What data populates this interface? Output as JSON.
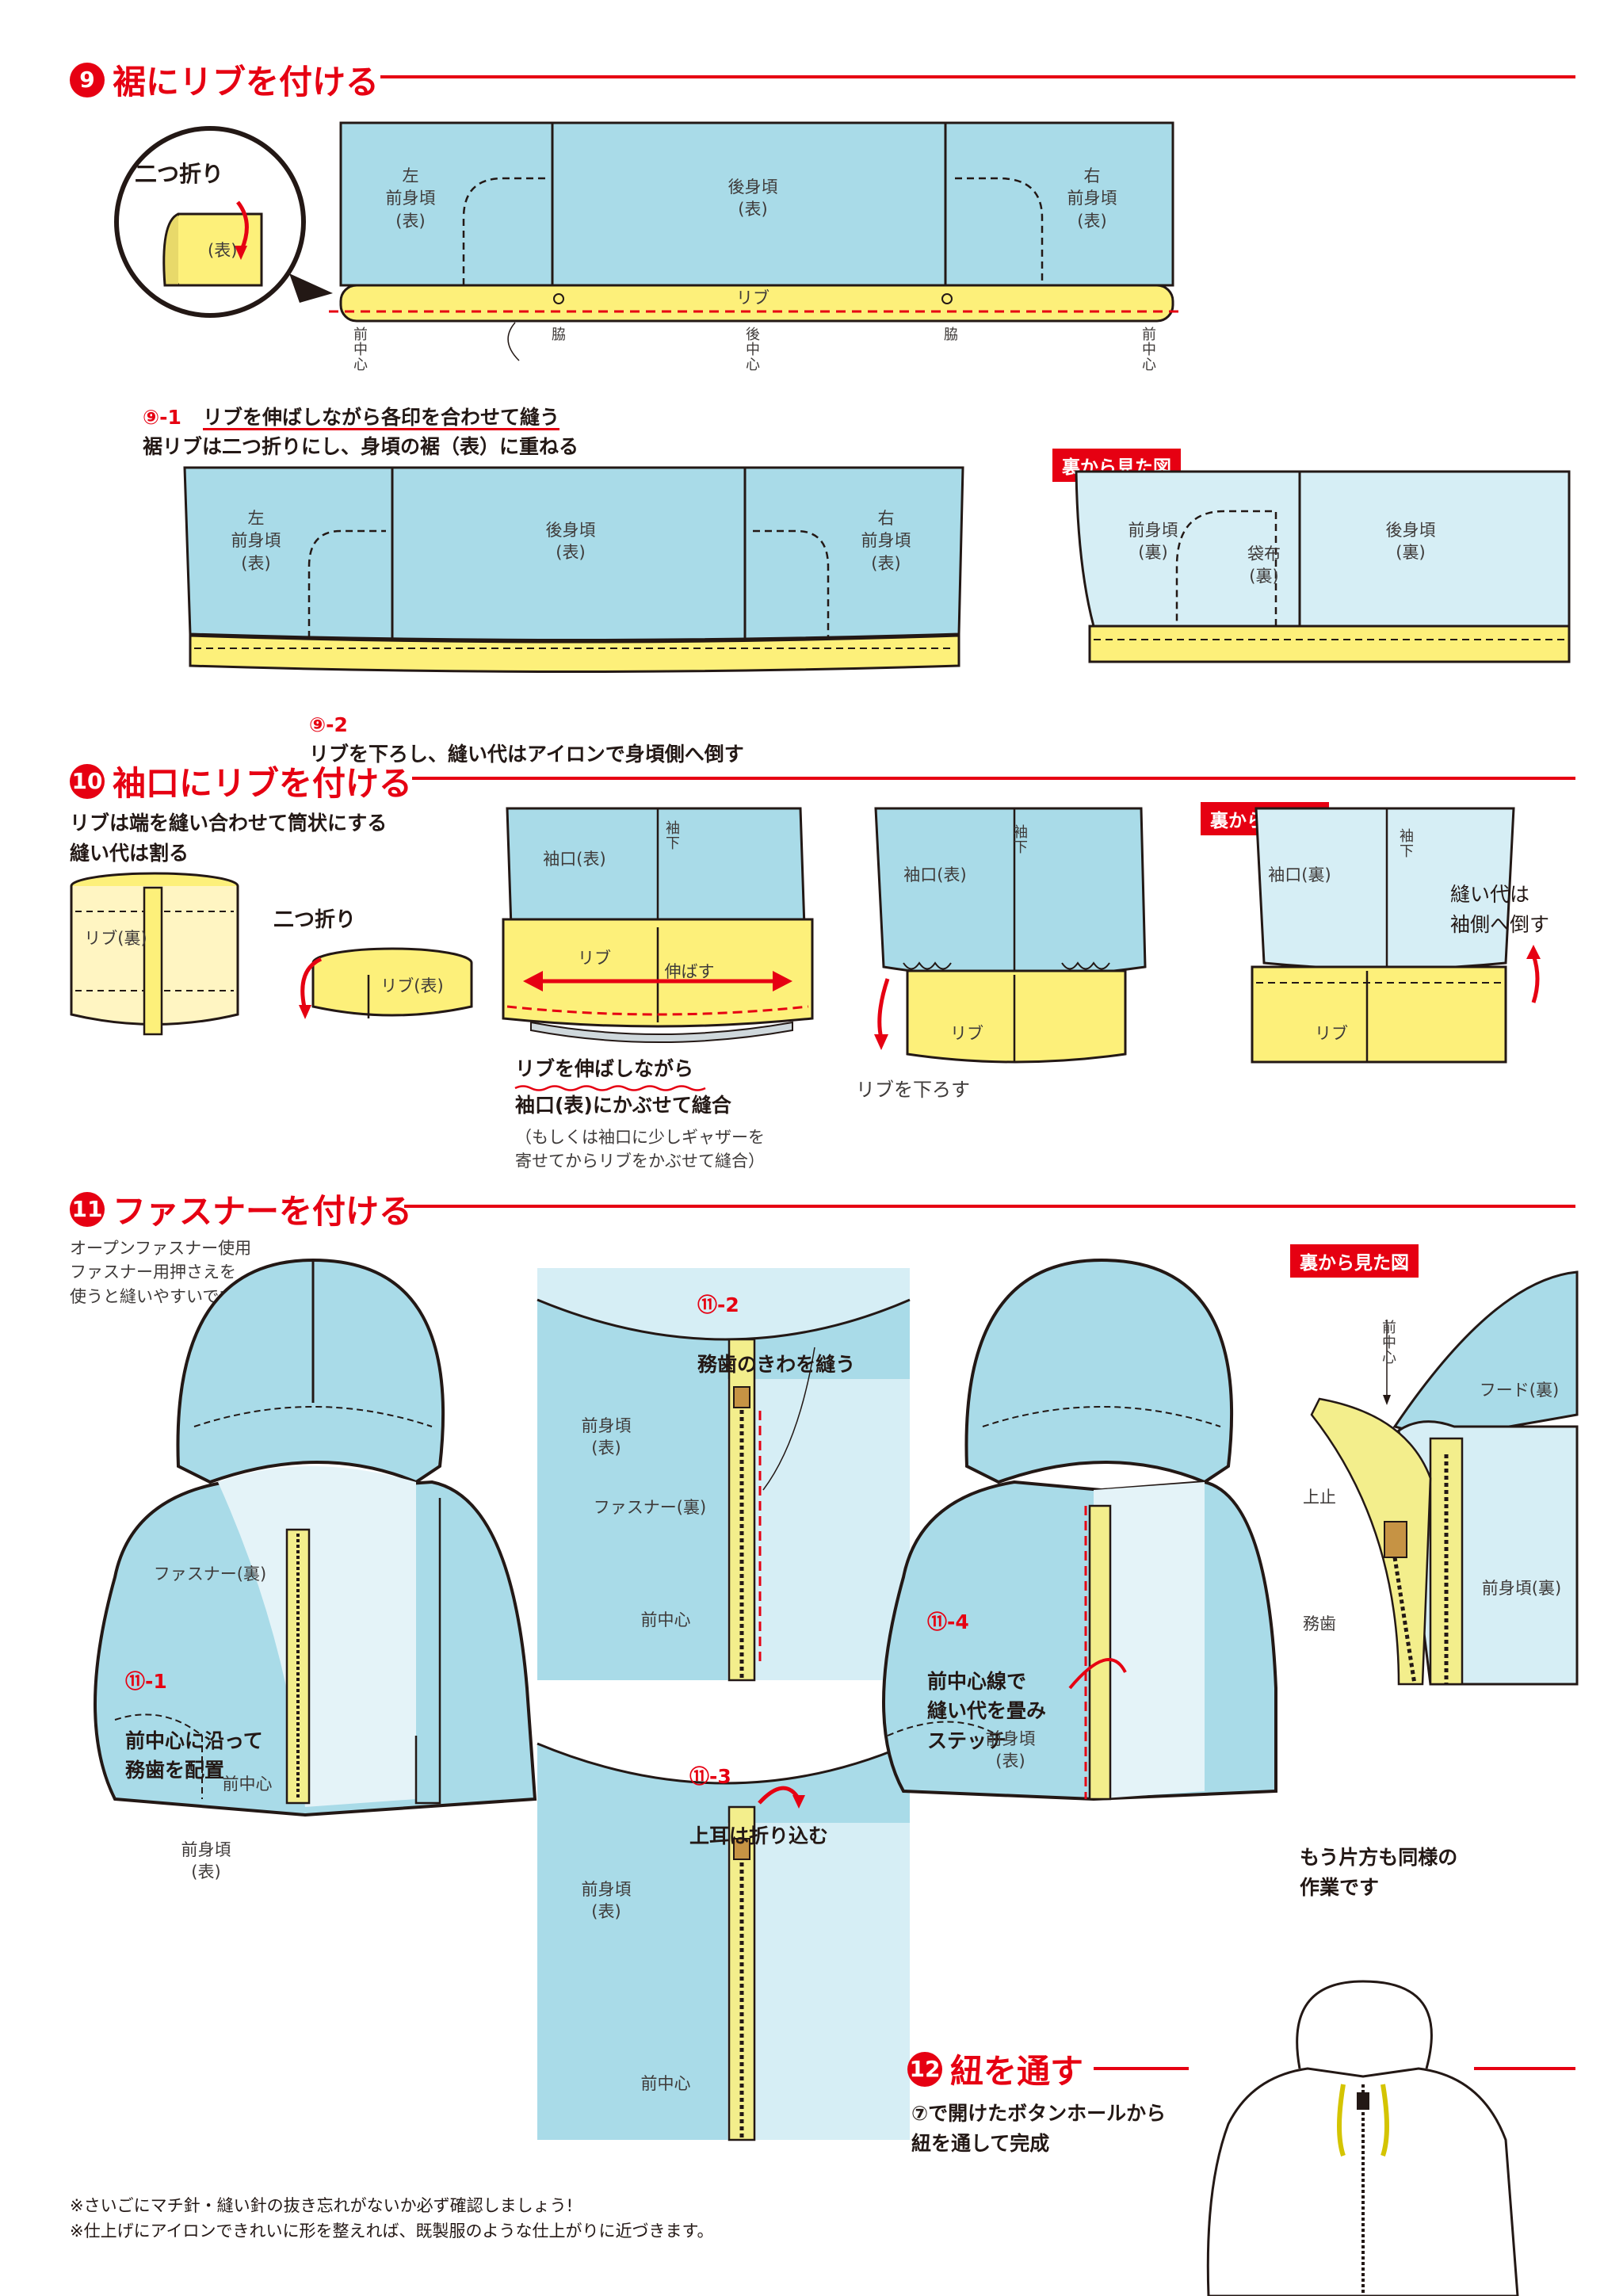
{
  "sections": {
    "s9": {
      "num": "9",
      "title": "裾にリブを付ける"
    },
    "s10": {
      "num": "10",
      "title": "袖口にリブを付ける"
    },
    "s11": {
      "num": "11",
      "title": "ファスナーを付ける"
    },
    "s12": {
      "num": "12",
      "title": "紐を通す"
    }
  },
  "s9": {
    "fold_label": "二つ折り",
    "fold_face": "(表)",
    "panel_left": "左\n前身頃\n(表)",
    "panel_back": "後身頃\n(表)",
    "panel_right": "右\n前身頃\n(表)",
    "rib": "リブ",
    "mark_front_left": "前中心",
    "mark_side_left": "脇",
    "mark_back": "後中心",
    "mark_side_right": "脇",
    "mark_front_right": "前中心",
    "step1_num": "⑨-1",
    "step1_line1": "裾リブは二つ折りにし、身頃の裾（表）に重ねる",
    "step1_line2": "リブを伸ばしながら各印を合わせて縫う",
    "step2_num": "⑨-2",
    "step2_text": "リブを下ろし、縫い代はアイロンで身頃側へ倒す",
    "back_view_tag": "裏から見た図",
    "back_front": "前身頃\n(裏)",
    "back_pocket": "袋布\n(裏)",
    "back_back": "後身頃\n(裏)"
  },
  "s10": {
    "note1": "リブは端を縫い合わせて筒状にする\n縫い代は割る",
    "rib_back": "リブ(裏)",
    "fold_label": "二つ折り",
    "rib_face": "リブ(表)",
    "cuff_face": "袖口(表)",
    "underarm": "袖下",
    "rib": "リブ",
    "stretch": "伸ばす",
    "instr_line1": "リブを伸ばしながら",
    "instr_line2": "袖口(表)にかぶせて縫合",
    "instr_small": "（もしくは袖口に少しギャザーを\n寄せてからリブをかぶせて縫合）",
    "cuff_face2": "袖口(表)",
    "rib2": "リブ",
    "rib_down": "リブを下ろす",
    "back_view_tag": "裏から見た図",
    "cuff_back": "袖口(裏)",
    "rib3": "リブ",
    "seam_note": "縫い代は\n袖側へ倒す"
  },
  "s11": {
    "intro": "オープンファスナー使用\nファスナー用押さえを\n使うと縫いやすいです",
    "zip_back": "ファスナー(裏)",
    "step1_num": "⑪-1",
    "step1_text": "前中心に沿って\n務歯を配置",
    "center_front": "前中心",
    "front_face": "前身頃\n(表)",
    "step2_num": "⑪-2",
    "step2_text": "務歯のきわを縫う",
    "front_face2": "前身頃\n(表)",
    "zip_back2": "ファスナー(裏)",
    "center_front2": "前中心",
    "step3_num": "⑪-3",
    "step3_text": "上耳は折り込む",
    "front_face3": "前身頃\n(表)",
    "center_front3": "前中心",
    "step4_num": "⑪-4",
    "step4_text": "前中心線で\n縫い代を畳み\nステッチ",
    "front_face4": "前身頃\n(表)",
    "back_view_tag": "裏から見た図",
    "bv_center": "前中心",
    "bv_hood": "フード(裏)",
    "bv_stop": "上止",
    "bv_front": "前身頃(裏)",
    "bv_teeth": "務歯",
    "same_note": "もう片方も同様の\n作業です"
  },
  "s12": {
    "text": "⑦で開けたボタンホールから\n紐を通して完成"
  },
  "footer": {
    "line1": "※さいごにマチ針・縫い針の抜き忘れがないか必ず確認しましょう!",
    "line2": "※仕上げにアイロンできれいに形を整えれば、既製服のような仕上がりに近づきます。"
  },
  "colors": {
    "accent": "#e60012",
    "fabric": "#a9dbe8",
    "fabric_light": "#d6eef5",
    "rib": "#fdf07a",
    "zipper_tape": "#f3ee8c"
  }
}
